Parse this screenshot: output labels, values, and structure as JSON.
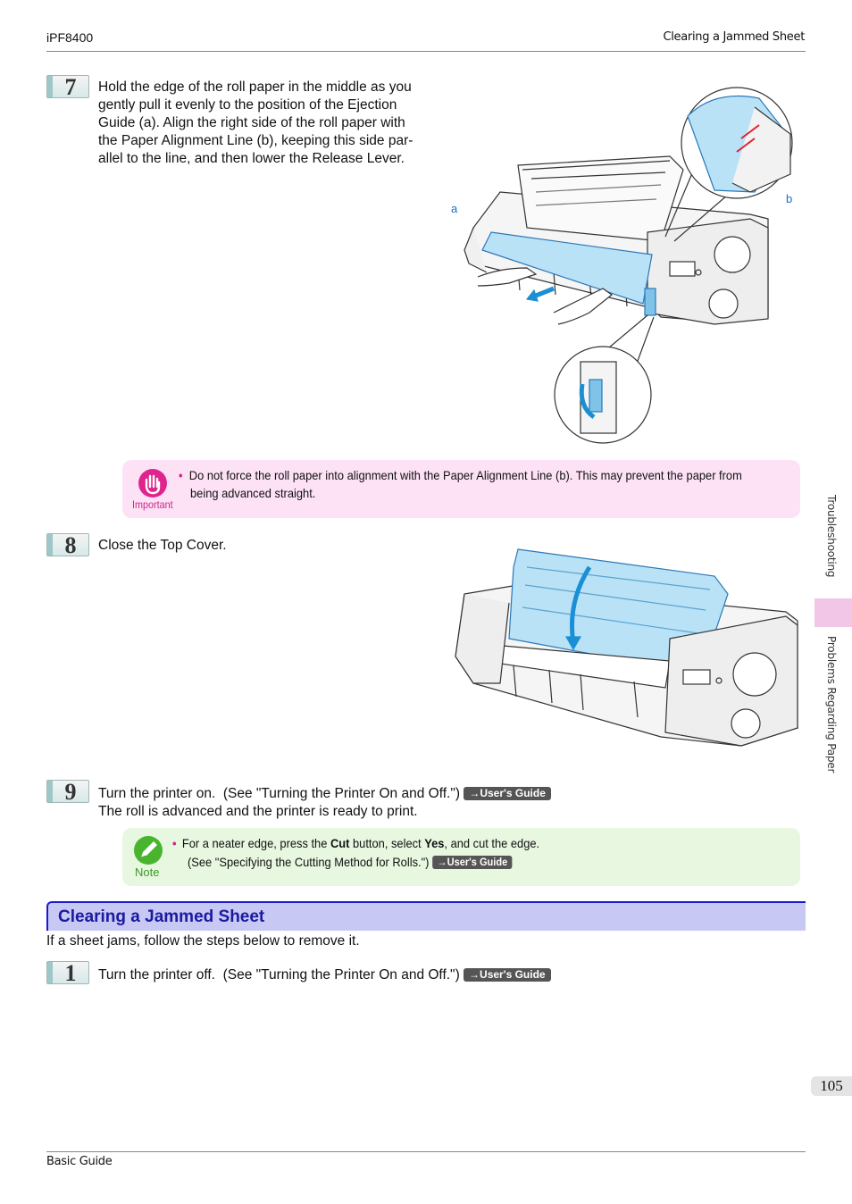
{
  "header": {
    "model": "iPF8400",
    "section": "Clearing a Jammed Sheet"
  },
  "steps": {
    "s7": {
      "num": "7",
      "lines": [
        "Hold the edge of the roll paper in the middle as you",
        "gently pull it evenly to the position of the Ejection",
        "Guide (a). Align the right side of the roll paper with",
        "the Paper Alignment Line (b), keeping this side par-",
        "allel to the line, and then lower the Release Lever."
      ],
      "label_a": "a",
      "label_b": "b"
    },
    "s8": {
      "num": "8",
      "text": "Close the Top Cover."
    },
    "s9": {
      "num": "9",
      "line1": "Turn the printer on.  (See \"Turning the Printer On and Off.\") ",
      "line2": "The roll is advanced and the printer is ready to print."
    },
    "s1": {
      "num": "1",
      "text": "Turn the printer off.  (See \"Turning the Printer On and Off.\") "
    }
  },
  "important": {
    "label": "Important",
    "line1": "Do not force the roll paper into alignment with the Paper Alignment Line (b). This may prevent the paper from",
    "line2": "being advanced straight."
  },
  "note": {
    "label": "Note",
    "pre_cut": "For a neater edge, press the ",
    "cut": "Cut",
    "mid": " button, select ",
    "yes": "Yes",
    "post": ", and cut the edge.",
    "line2": "(See \"Specifying the Cutting Method for Rolls.\") "
  },
  "badge": "→User's Guide",
  "bullet": "•",
  "section": {
    "title": "Clearing a Jammed Sheet",
    "intro": "If a sheet jams, follow the steps below to remove it."
  },
  "sidebar": {
    "category": "Troubleshooting",
    "subcategory": "Problems Regarding Paper"
  },
  "page_number": "105",
  "footer": {
    "guide": "Basic Guide"
  },
  "colors": {
    "important_bg": "#fde2f6",
    "note_bg": "#e8f7e0",
    "section_bg": "#c8c8f4",
    "section_border": "#1a1acd",
    "accent_paper": "#b9e2f7"
  }
}
